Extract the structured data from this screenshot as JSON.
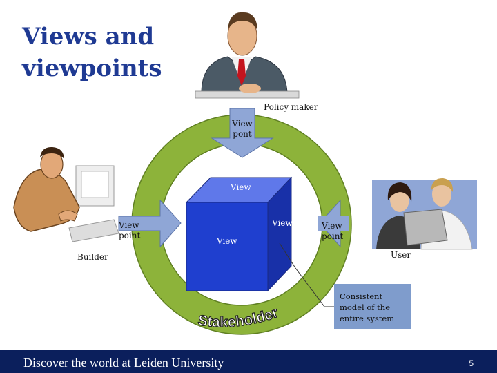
{
  "slide": {
    "title_line1": "Views and",
    "title_line2": "viewpoints",
    "page_number": "5"
  },
  "diagram": {
    "ring_label": "Stakeholders",
    "stakeholders": {
      "policy_maker": "Policy maker",
      "builder": "Builder",
      "user": "User"
    },
    "viewpoints": {
      "top_line1": "View",
      "top_line2": "pont",
      "left_line1": "View",
      "left_line2": "point",
      "right_line1": "View",
      "right_line2": "point"
    },
    "cube_views": {
      "top": "View",
      "right": "View",
      "front": "View"
    },
    "callout": "Consistent model of the entire system"
  },
  "footer": {
    "text": "Discover the world at Leiden University"
  },
  "colors": {
    "title": "#1f3a93",
    "ring": "#8db33a",
    "arrow": "#8fa6d6",
    "cube_front": "#1f3fcf",
    "footer_bg": "#0b1f5c",
    "callout_bg": "#7f9ccc"
  }
}
